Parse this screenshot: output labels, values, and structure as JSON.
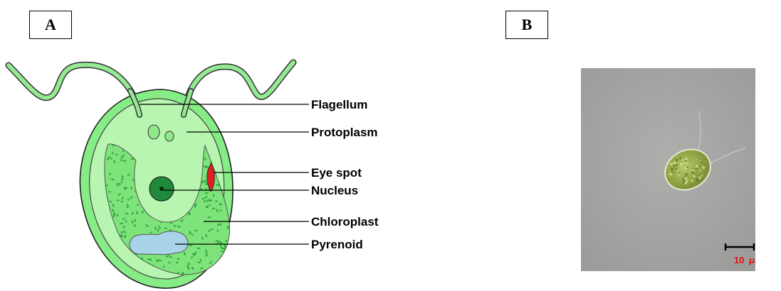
{
  "panel_labels": {
    "a": "A",
    "b": "B"
  },
  "labels": {
    "flagellum": "Flagellum",
    "protoplasm": "Protoplasm",
    "eye_spot": "Eye spot",
    "nucleus": "Nucleus",
    "chloroplast": "Chloroplast",
    "pyrenoid": "Pyrenoid"
  },
  "scale_bar": {
    "number": "10",
    "unit": "μm"
  },
  "colors": {
    "cell_fill": "#86ec86",
    "protoplasm_fill": "#b8f5b0",
    "chloroplast_dots": "#2aa83a",
    "eye_spot": "#e02020",
    "nucleus": "#1f8a3a",
    "pyrenoid": "#a9d3e8",
    "scale_text": "#e01010"
  }
}
